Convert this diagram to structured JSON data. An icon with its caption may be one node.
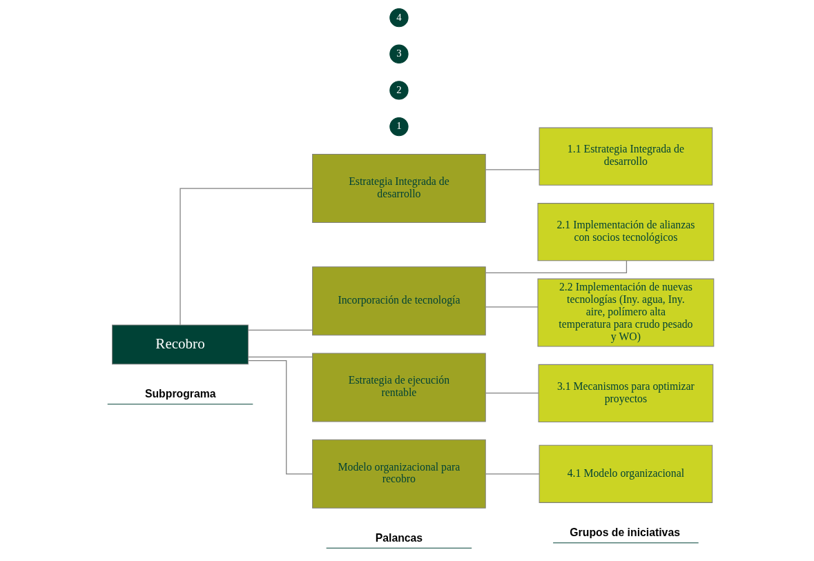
{
  "diagram": {
    "nodes": [
      {
        "text": [
          "Recobro"
        ]
      },
      {
        "text": [
          "1"
        ]
      },
      {
        "text": [
          "Estrategia Integrada de desarrollo"
        ]
      },
      {
        "text": [
          "2"
        ]
      },
      {
        "text": [
          "Incorporación de tecnología"
        ]
      },
      {
        "text": [
          "3"
        ]
      },
      {
        "text": [
          "Estrategia de ejecución rentable"
        ]
      },
      {
        "text": [
          "4"
        ]
      },
      {
        "text": [
          "Modelo organizacional para recobro"
        ]
      },
      {
        "text": [
          "1.1 Estrategia Integrada de desarrollo"
        ]
      },
      {
        "text": [
          "2.1 Implementación de alianzas con socios tecnológicos"
        ]
      },
      {
        "text": [
          "2.2 Implementación de nuevas tecnologías (Iny. agua, Iny. aire, polímero alta temperatura para crudo pesado y WO)"
        ]
      },
      {
        "text": [
          "3.1 Mecanismos para optimizar proyectos"
        ]
      },
      {
        "text": [
          "4.1 Modelo organizacional"
        ]
      }
    ],
    "edges": [
      {
        "from": 0,
        "to": 2,
        "arrow": "none"
      },
      {
        "from": 0,
        "to": 4,
        "arrow": "none"
      },
      {
        "from": 0,
        "to": 6,
        "arrow": "none"
      },
      {
        "from": 0,
        "to": 8,
        "arrow": "none"
      },
      {
        "from": 2,
        "to": 9,
        "arrow": "none"
      },
      {
        "from": 4,
        "to": 10,
        "arrow": "none"
      },
      {
        "from": 4,
        "to": 11,
        "arrow": "none"
      },
      {
        "from": 6,
        "to": 12,
        "arrow": "none"
      },
      {
        "from": 8,
        "to": 13,
        "arrow": "none"
      }
    ],
    "labels": [
      "Subprograma",
      "Palancas",
      "Grupos de iniciativas"
    ]
  }
}
